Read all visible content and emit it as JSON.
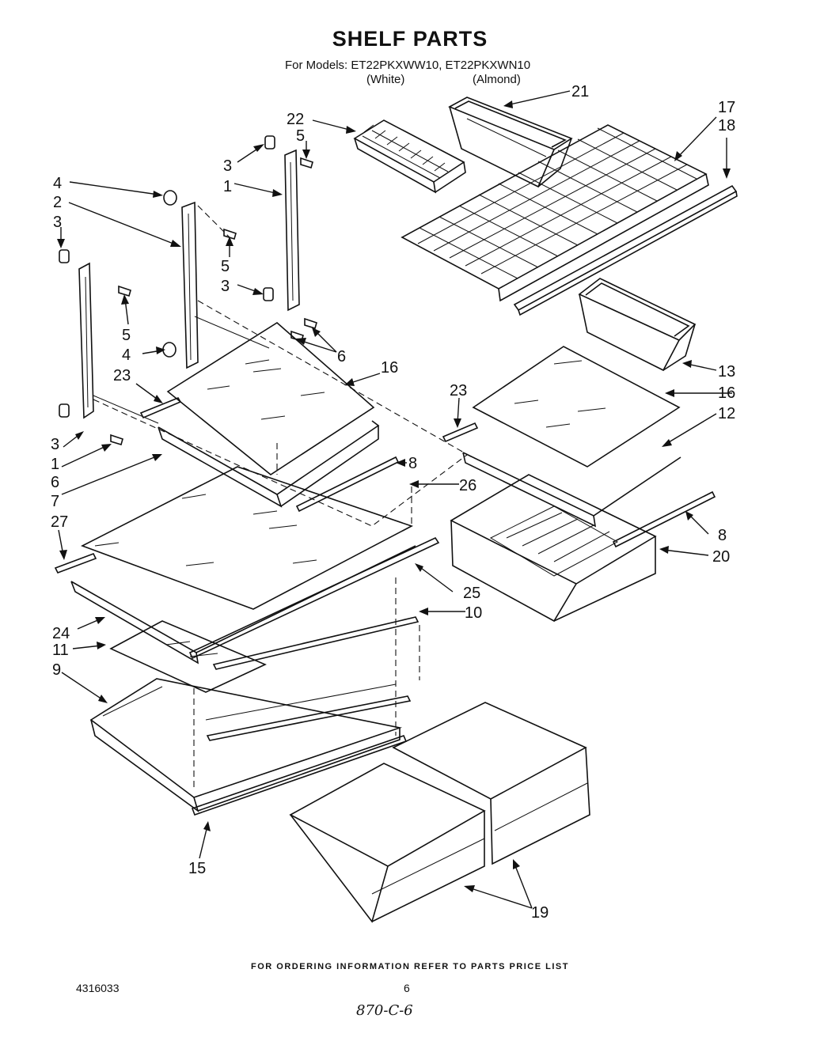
{
  "header": {
    "title": "SHELF PARTS",
    "models": "For Models: ET22PKXWW10, ET22PKXWN10",
    "color_white": "(White)",
    "color_almond": "(Almond)"
  },
  "callouts": {
    "c1a": "1",
    "c1b": "1",
    "c2": "2",
    "c3a": "3",
    "c3b": "3",
    "c3c": "3",
    "c3d": "3",
    "c4a": "4",
    "c4b": "4",
    "c5a": "5",
    "c5b": "5",
    "c5c": "5",
    "c6a": "6",
    "c6b": "6",
    "c7": "7",
    "c8a": "8",
    "c8b": "8",
    "c9": "9",
    "c10": "10",
    "c11": "11",
    "c12": "12",
    "c13": "13",
    "c15": "15",
    "c16a": "16",
    "c16b": "16",
    "c17": "17",
    "c18": "18",
    "c19": "19",
    "c20": "20",
    "c21": "21",
    "c22": "22",
    "c23a": "23",
    "c23b": "23",
    "c24": "24",
    "c25": "25",
    "c26": "26",
    "c27": "27"
  },
  "footer": {
    "ordering": "FOR ORDERING INFORMATION REFER TO PARTS PRICE LIST",
    "doc_number": "4316033",
    "page_number": "6",
    "handwritten": "870-C-6"
  }
}
